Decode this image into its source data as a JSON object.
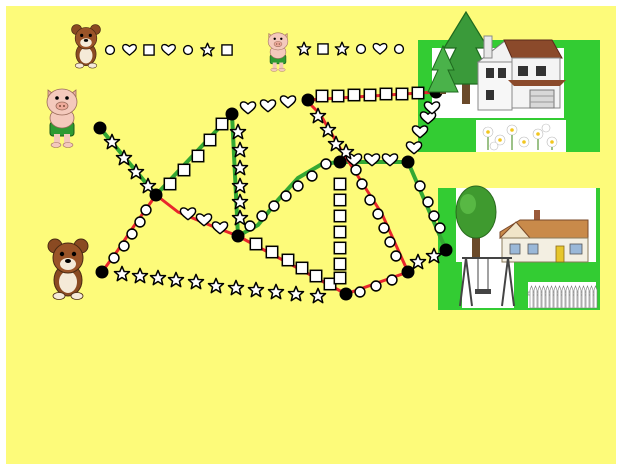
{
  "title": "",
  "colors": {
    "frame": "#ffffff",
    "background": "#fdfb7a",
    "grass": "#33cc33",
    "highlight_route": "#e8262c",
    "green_route": "#34a833",
    "node": "#000000"
  },
  "characters": {
    "bear_clue": {
      "icon": "bear-icon",
      "symbols": [
        "circle",
        "heart",
        "square",
        "heart",
        "circle",
        "star",
        "square"
      ]
    },
    "pig_clue": {
      "icon": "pig-icon",
      "symbols": [
        "star",
        "square",
        "star",
        "circle",
        "heart",
        "circle"
      ]
    },
    "pig_player": {
      "icon": "pig-icon"
    },
    "bear_player": {
      "icon": "bear-icon"
    }
  },
  "destinations": {
    "pig_home": {
      "icon": "large-house-icon",
      "decor": [
        "pine-tree-icon",
        "daisy-flowers-icon"
      ]
    },
    "bear_home": {
      "icon": "small-house-icon",
      "decor": [
        "oak-tree-icon",
        "swing-set-icon",
        "picket-fence-icon"
      ]
    }
  },
  "paths": [
    {
      "id": "pig-to-center",
      "symbol": "star",
      "highlight": "green"
    },
    {
      "id": "top-diagonal",
      "symbol": "square",
      "highlight": "green"
    },
    {
      "id": "top-hearts",
      "symbol": "heart",
      "highlight": "none"
    },
    {
      "id": "top-squares",
      "symbol": "square",
      "highlight": "red"
    },
    {
      "id": "vertical-stars",
      "symbol": "star",
      "highlight": "green"
    },
    {
      "id": "middle-circles",
      "symbol": "circle",
      "highlight": "green"
    },
    {
      "id": "middle-hearts",
      "symbol": "heart",
      "highlight": "green"
    },
    {
      "id": "bear-up-circles",
      "symbol": "circle",
      "highlight": "red"
    },
    {
      "id": "center-hearts",
      "symbol": "heart",
      "highlight": "red"
    },
    {
      "id": "center-squares",
      "symbol": "square",
      "highlight": "red"
    },
    {
      "id": "bottom-stars",
      "symbol": "star",
      "highlight": "none"
    },
    {
      "id": "red-diagonal-stars",
      "symbol": "star",
      "highlight": "red"
    },
    {
      "id": "vertical-squares",
      "symbol": "square",
      "highlight": "none"
    },
    {
      "id": "red-circles",
      "symbol": "circle",
      "highlight": "red"
    },
    {
      "id": "right-circles",
      "symbol": "circle",
      "highlight": "green"
    },
    {
      "id": "right-hearts",
      "symbol": "heart",
      "highlight": "none"
    },
    {
      "id": "short-stars",
      "symbol": "star",
      "highlight": "none"
    },
    {
      "id": "lower-circles",
      "symbol": "circle",
      "highlight": "none"
    },
    {
      "id": "top-right-hearts",
      "symbol": "heart",
      "highlight": "none"
    }
  ]
}
